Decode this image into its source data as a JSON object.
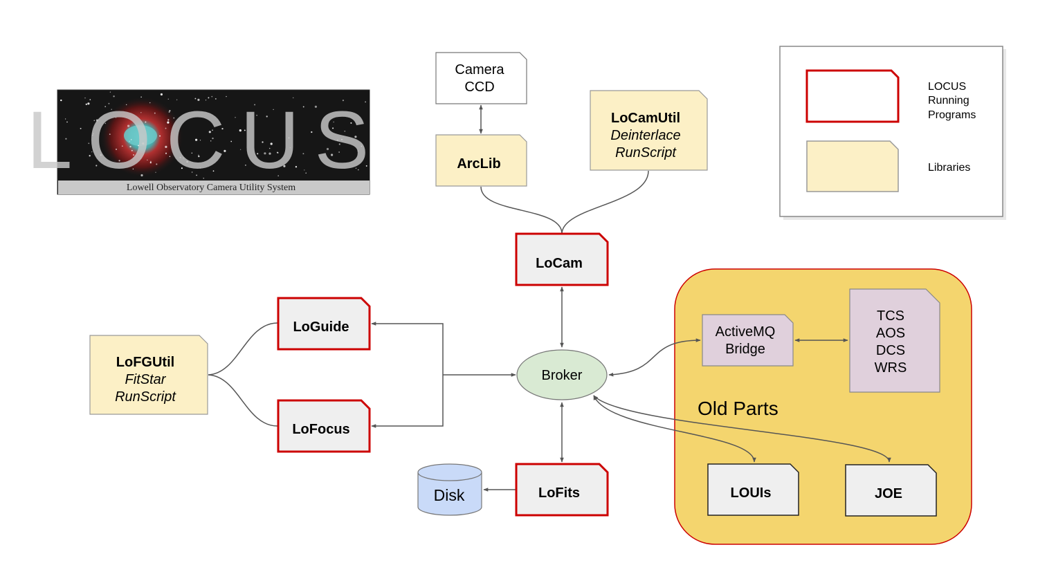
{
  "logo": {
    "title": "LOCUS",
    "subtitle": "Lowell Observatory Camera Utility System"
  },
  "legend": {
    "running_programs": [
      "LOCUS",
      "Running",
      "Programs"
    ],
    "libraries": "Libraries"
  },
  "nodes": {
    "camera_ccd": [
      "Camera",
      "CCD"
    ],
    "arclib": "ArcLib",
    "locamutil": {
      "title": "LoCamUtil",
      "items": [
        "Deinterlace",
        "RunScript"
      ]
    },
    "locam": "LoCam",
    "loguide": "LoGuide",
    "lofocus": "LoFocus",
    "lofgutil": {
      "title": "LoFGUtil",
      "items": [
        "FitStar",
        "RunScript"
      ]
    },
    "broker": "Broker",
    "lofits": "LoFits",
    "disk": "Disk",
    "activemq_bridge": [
      "ActiveMQ",
      "Bridge"
    ],
    "telescope_systems": [
      "TCS",
      "AOS",
      "DCS",
      "WRS"
    ],
    "louis": "LOUIs",
    "joe": "JOE"
  },
  "old_parts": {
    "label": "Old Parts"
  },
  "colors": {
    "running_border": "#cc0000",
    "running_fill": "#efefef",
    "library_fill": "#fcf0c6",
    "library_border": "#999999",
    "broker_fill": "#d9ead3",
    "disk_fill": "#c9daf8",
    "old_parts_fill": "#f4d56e",
    "old_parts_border": "#cc0000",
    "bridge_fill": "#e0d0dc",
    "line": "#555555"
  }
}
